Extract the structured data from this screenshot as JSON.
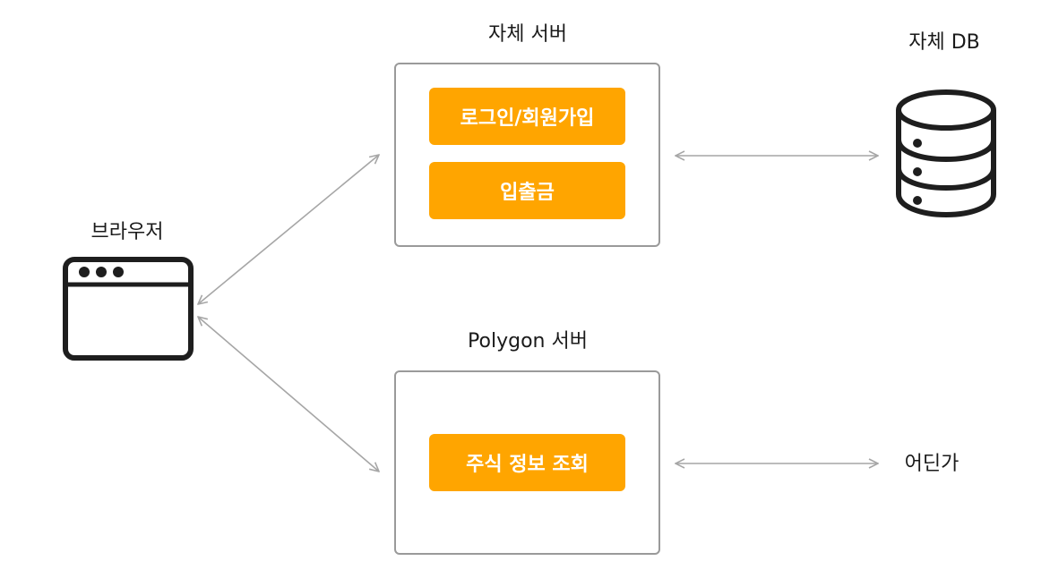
{
  "browser": {
    "label": "브라우저",
    "icon": "browser-window-icon"
  },
  "own_server": {
    "label": "자체 서버",
    "features": [
      "로그인/회원가입",
      "입출금"
    ]
  },
  "polygon_server": {
    "label": "Polygon 서버",
    "features": [
      "주식 정보 조회"
    ]
  },
  "own_db": {
    "label": "자체 DB",
    "icon": "database-icon"
  },
  "somewhere": {
    "label": "어딘가"
  },
  "colors": {
    "feature_fill": "#ffa500",
    "box_border": "#9a9a9a",
    "arrow": "#a6a6a6",
    "icon": "#1e1e1e"
  }
}
